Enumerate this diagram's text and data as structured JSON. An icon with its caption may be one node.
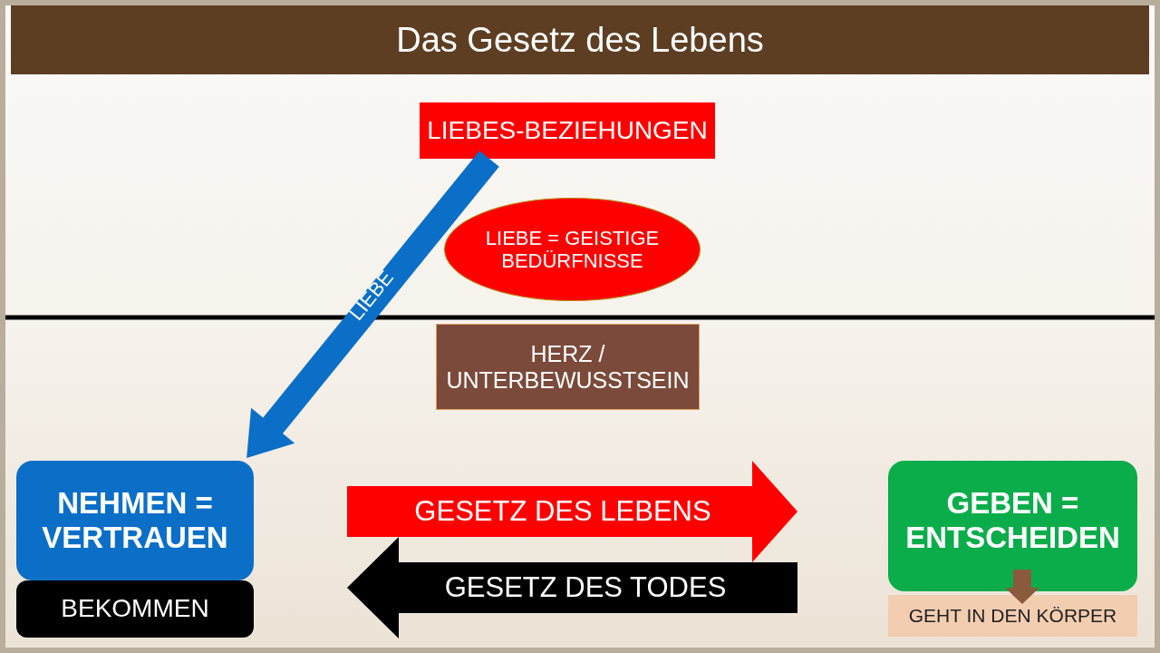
{
  "diagram": {
    "title": "Das Gesetz des Lebens",
    "nodes": [
      {
        "text": [
          "LIEBES-BEZIEHUNGEN"
        ]
      },
      {
        "text": [
          "LIEBE = GEISTIGE BEDÜRFNISSE"
        ]
      },
      {
        "text": [
          "HERZ / UNTERBEWUSSTSEIN"
        ]
      },
      {
        "text": [
          "NEHMEN = VERTRAUEN"
        ]
      },
      {
        "text": [
          "BEKOMMEN"
        ]
      },
      {
        "text": [
          "GEBEN = ENTSCHEIDEN"
        ]
      },
      {
        "text": [
          "GEHT IN DEN KÖRPER"
        ]
      }
    ],
    "edges": [
      {
        "from": 0,
        "to": 3,
        "arrow": "to",
        "label": "LIEBE",
        "color": "#0b6fc8"
      },
      {
        "from": 3,
        "to": 5,
        "arrow": "to",
        "label": "GESETZ DES LEBENS",
        "color": "#ff0000"
      },
      {
        "from": 5,
        "to": 3,
        "arrow": "to",
        "label": "GESETZ DES TODES",
        "color": "#000000"
      },
      {
        "from": 5,
        "to": 6,
        "arrow": "to",
        "color": "#8b5a3c"
      }
    ]
  }
}
